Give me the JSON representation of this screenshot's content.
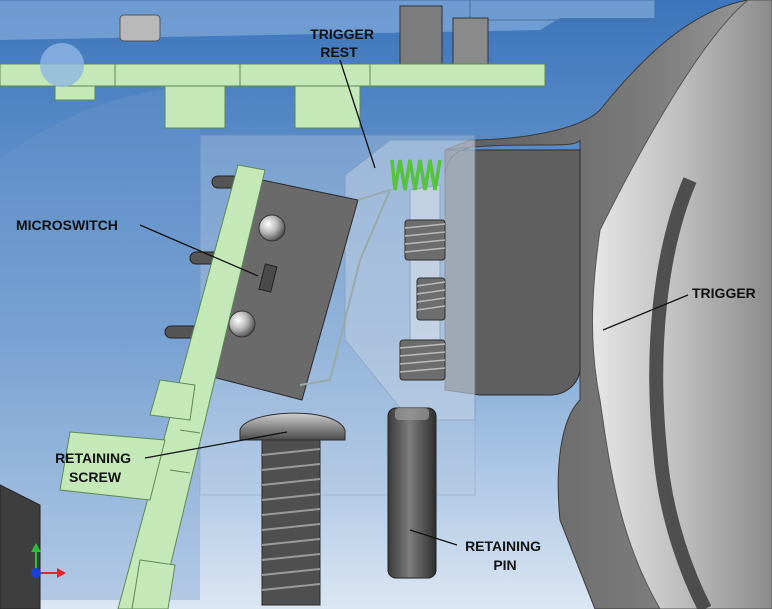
{
  "labels": {
    "trigger_rest": [
      "TRIGGER",
      "REST"
    ],
    "microswitch": [
      "MICROSWITCH"
    ],
    "trigger": [
      "TRIGGER"
    ],
    "retaining_screw": [
      "RETAINING",
      "SCREW"
    ],
    "retaining_pin": [
      "RETAINING",
      "PIN"
    ]
  },
  "colors": {
    "pcb_green": "#c4e8b8",
    "spring_green": "#55c33b",
    "trigger_gray": "#6b6b6b",
    "background_blue": "#5d8ec6",
    "label_text": "#111111"
  },
  "axis_triad": {
    "x_color": "#e8232a",
    "y_color": "#2ebf3a",
    "origin_color": "#1a3fd8"
  }
}
